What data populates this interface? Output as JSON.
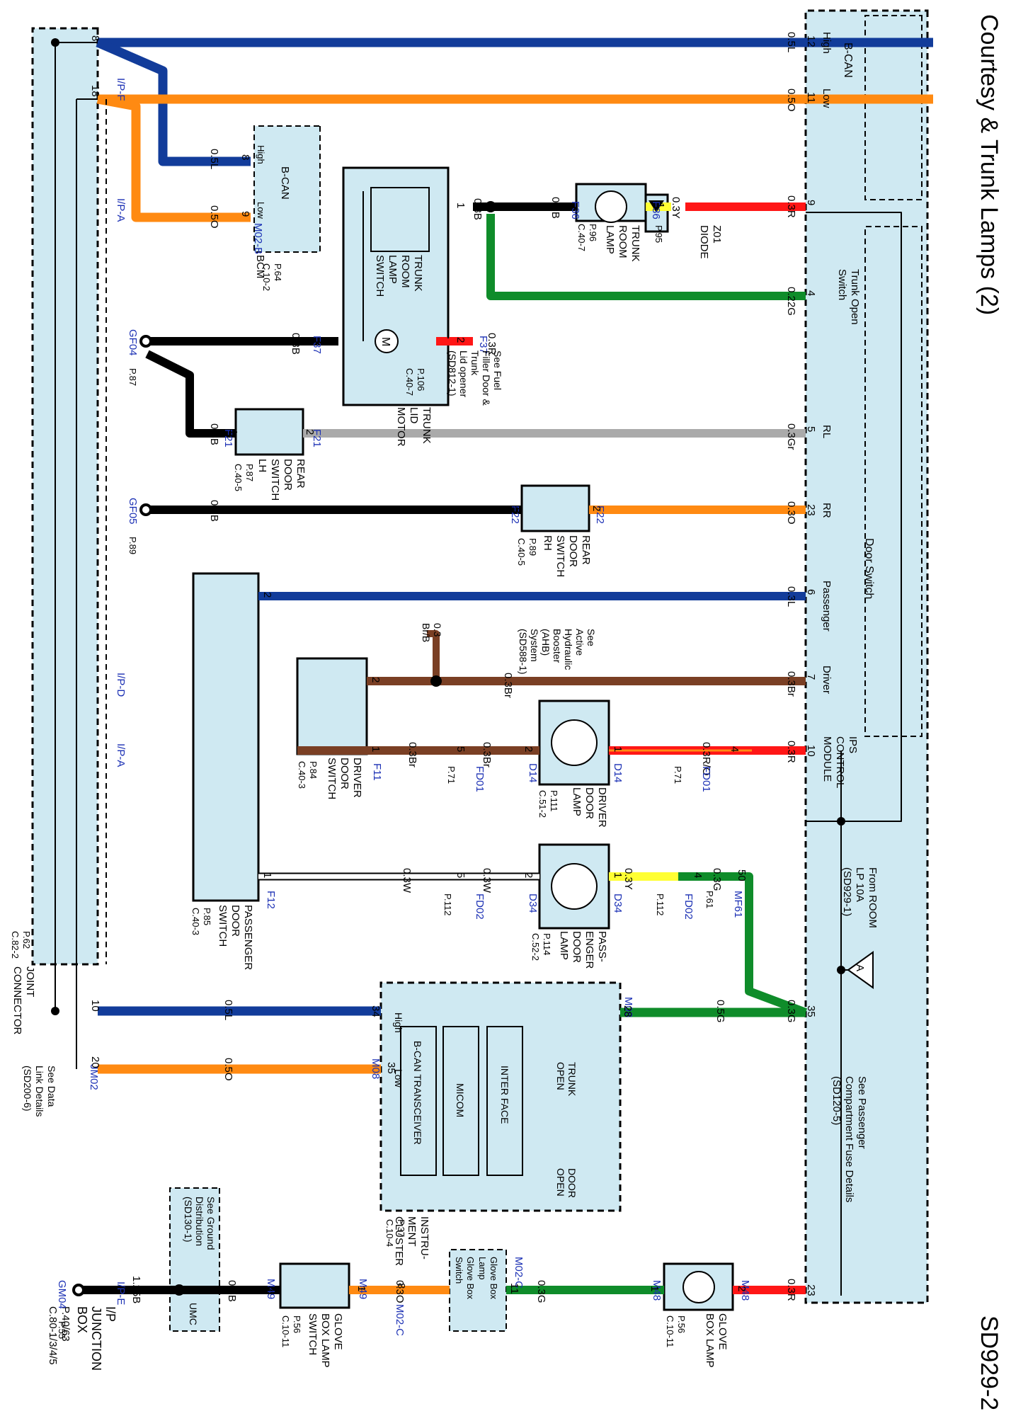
{
  "title": "Courtesy & Trunk Lamps (2)",
  "page_id": "SD929-2",
  "colors": {
    "box_fill": "#cfe9f2",
    "wire_blue": "#123c9a",
    "wire_orange": "#ff8a12",
    "wire_green": "#0f8c2a",
    "wire_red": "#ff1616",
    "wire_black": "#000000",
    "wire_brown": "#7a3f24",
    "wire_gray": "#aaaaaa",
    "wire_yellow": "#ffff33",
    "wire_white": "#ffffff",
    "connector_ref": "#1a2fb4"
  },
  "ip_junction_box": {
    "name": [
      "I/P",
      "JUNCTION",
      "BOX"
    ],
    "ref": [
      "P.40/63",
      "C.80-1/3/4/5"
    ],
    "connectors": {
      "ipf": "I/P-F",
      "ipa": "I/P-A",
      "ipd": "I/P-D",
      "ipe": "I/P-E"
    },
    "bcan_label": "B-CAN",
    "high": "High",
    "low": "Low",
    "trunk_open_switch": [
      "Trunk Open",
      "Switch"
    ],
    "door_switch": "Door Switch",
    "rl": "RL",
    "rr": "RR",
    "passenger": "Passenger",
    "driver": "Driver",
    "ips_module": [
      "IPS",
      "CONTROL",
      "MODULE"
    ],
    "fuse_note": [
      "See Passenger",
      "Compartment Fuse Details",
      "(SD120-5)"
    ],
    "from_room": [
      "From ROOM",
      "LP 10A",
      "(SD929-1)"
    ],
    "room_marker": "A",
    "pins": {
      "p12": "12",
      "p11": "11",
      "p9": "9",
      "p4": "4",
      "p5": "5",
      "p23a": "23",
      "p6": "6",
      "p7": "7",
      "p10": "10",
      "p35": "35",
      "p23b": "23"
    },
    "wires": {
      "w12": "0.5L",
      "w11": "0.5O",
      "w9": "0.3R",
      "w4": "0.22G",
      "w5": "0.3Gr",
      "w23": "0.3O",
      "w6": "0.3L",
      "w7": "0.3Br",
      "w10": "0.3R",
      "w35": "0.3G",
      "w23b": "0.3R"
    }
  },
  "joint_connector": {
    "name": [
      "JOINT",
      "CONNECTOR"
    ],
    "ref": [
      "P.62",
      "C.82-2"
    ],
    "connector": "JM02",
    "pins": {
      "p8": "8",
      "p18": "18",
      "p10": "10",
      "p20": "20"
    },
    "note": [
      "See Data",
      "Link Details",
      "(SD200-6)"
    ]
  },
  "bcm": {
    "name": "BCM",
    "ref": [
      "P.64",
      "C.10-2"
    ],
    "connector": "M02-B",
    "connector_c": "M02-C",
    "bcan_label": "B-CAN",
    "high": "High",
    "low": "Low",
    "pins": {
      "p8": "8",
      "p9": "9",
      "p11": "11",
      "p8c": "8"
    },
    "wires": {
      "w8": "0.5L",
      "w9": "0.5O"
    },
    "glove_lamp": [
      "Glove Box",
      "Lamp"
    ],
    "glove_switch": [
      "Glove Box",
      "Switch"
    ]
  },
  "trunk_room_lamp_switch": {
    "name": [
      "TRUNK",
      "ROOM",
      "LAMP",
      "SWITCH"
    ],
    "pins": {
      "p1": "1"
    },
    "wire": "0.3B"
  },
  "trunk_lid_motor": {
    "name": [
      "TRUNK",
      "LID",
      "MOTOR"
    ],
    "ref": [
      "P.106",
      "C.40-7"
    ],
    "connector": "F37",
    "pins": {
      "p2": "2",
      "p3": "3"
    },
    "wires": {
      "w2": "0.3R",
      "w3": "0.3B"
    },
    "motor_symbol": "M",
    "note": [
      "See Fuel",
      "Filler Door &",
      "Trunk",
      "Lid opener",
      "(SD812-1)"
    ]
  },
  "trunk_room_lamp": {
    "name": [
      "TRUNK",
      "ROOM",
      "LAMP"
    ],
    "ref": [
      "P.96",
      "C.40-7"
    ],
    "connector": "F36",
    "pins": {
      "p2": "2",
      "p1": "1"
    },
    "wires": {
      "w2": "0.3B",
      "w1": "0.3Y"
    }
  },
  "diode": {
    "name": [
      "Z01",
      "DIODE"
    ],
    "ref": "P.95"
  },
  "rear_door_switch_lh": {
    "name": [
      "REAR",
      "DOOR",
      "SWITCH",
      "LH"
    ],
    "ref": [
      "P.87",
      "C.40-5"
    ],
    "connector": "F21",
    "pins": {
      "p1": "1",
      "p2": "2"
    },
    "wire": "0.3B"
  },
  "rear_door_switch_rh": {
    "name": [
      "REAR",
      "DOOR",
      "SWITCH",
      "RH"
    ],
    "ref": [
      "P.89",
      "C.40-5"
    ],
    "connector": "F22",
    "pins": {
      "p1": "1",
      "p2": "2"
    },
    "wire": "0.3B"
  },
  "grounds": {
    "gf04": "GF04",
    "gf04_ref": "P.87",
    "gf05": "GF05",
    "gf05_ref": "P.89",
    "gm04": "GM04",
    "gm04_ref": "P.55"
  },
  "passenger_door_switch": {
    "name": [
      "PASSENGER",
      "DOOR",
      "SWITCH"
    ],
    "ref": [
      "P.85",
      "C.40-3"
    ],
    "connector": "F12",
    "pins": {
      "p2": "2",
      "p1": "1"
    }
  },
  "ahb_note": [
    "See",
    "Active",
    "Hydraulic",
    "Booster",
    "(AHB)",
    "System",
    "(SD588-1)"
  ],
  "ahb_wire": [
    "0.3",
    "Br/B"
  ],
  "driver_door_switch": {
    "name": [
      "DRIVER",
      "DOOR",
      "SWITCH"
    ],
    "ref": [
      "P.84",
      "C.40-3"
    ],
    "connector": "F11",
    "pins": {
      "p2": "2",
      "p1": "1"
    },
    "wires": {
      "w2": "0.3Br",
      "w1": "0.3Br"
    }
  },
  "driver_door_lamp": {
    "name": [
      "DRIVER",
      "DOOR",
      "LAMP"
    ],
    "ref": [
      "P.111",
      "C.51-2"
    ],
    "connector": "D14",
    "pins": {
      "p2": "2",
      "p1": "1"
    },
    "wires": {
      "w2": "0.3Br",
      "w1": "0.3R/O"
    }
  },
  "fd01": {
    "name": "FD01",
    "ref": "P.71",
    "p5": "5",
    "p4": "4"
  },
  "passenger_door_lamp": {
    "name": [
      "PASS-",
      "ENGER",
      "DOOR",
      "LAMP"
    ],
    "ref": [
      "P.114",
      "C.52-2"
    ],
    "connector": "D34",
    "pins": {
      "p2": "2",
      "p1": "1"
    },
    "wires": {
      "w2": "0.3W",
      "w1": "0.3Y"
    }
  },
  "fd02": {
    "name": "FD02",
    "ref": "P.112",
    "p5": "5",
    "p4": "4",
    "wire_left": "0.3W",
    "wire_right": "0.3G"
  },
  "mf61": {
    "name": "MF61",
    "ref": "P.61",
    "p50": "50"
  },
  "instrument_cluster": {
    "name": [
      "INSTRU-",
      "MENT",
      "CLUSTER"
    ],
    "ref": [
      "P.37",
      "C.10-4"
    ],
    "connector": "M08",
    "pins": {
      "p28": "28",
      "p34": "34",
      "p35": "35"
    },
    "wires": {
      "w28": "0.5G",
      "w34": "0.5L",
      "w35": "0.5O"
    },
    "high": "High",
    "low": "Low",
    "blocks": {
      "transceiver": "B-CAN TRANSCEIVER",
      "micom": "MICOM",
      "interface": "INTER FACE"
    },
    "trunk_open": [
      "TRUNK",
      "OPEN"
    ],
    "door_open": [
      "DOOR",
      "OPEN"
    ]
  },
  "glove_box_lamp": {
    "name": [
      "GLOVE",
      "BOX LAMP"
    ],
    "ref": [
      "P.56",
      "C.10-11"
    ],
    "connector": "M48",
    "pins": {
      "p1": "1",
      "p2": "2"
    },
    "wire": "0.3G"
  },
  "glove_box_lamp_switch": {
    "name": [
      "GLOVE",
      "BOX LAMP",
      "SWITCH"
    ],
    "ref": [
      "P.56",
      "C.10-11"
    ],
    "connector": "M49",
    "pins": {
      "p1": "1",
      "p2": "2"
    },
    "wires": {
      "w1": "0.3O",
      "w2": "0.3B",
      "w_gnd": "1.25B"
    }
  },
  "ground_dist": {
    "note": [
      "See Ground",
      "Distribution",
      "(SD130-1)"
    ],
    "umc": "UMC"
  }
}
